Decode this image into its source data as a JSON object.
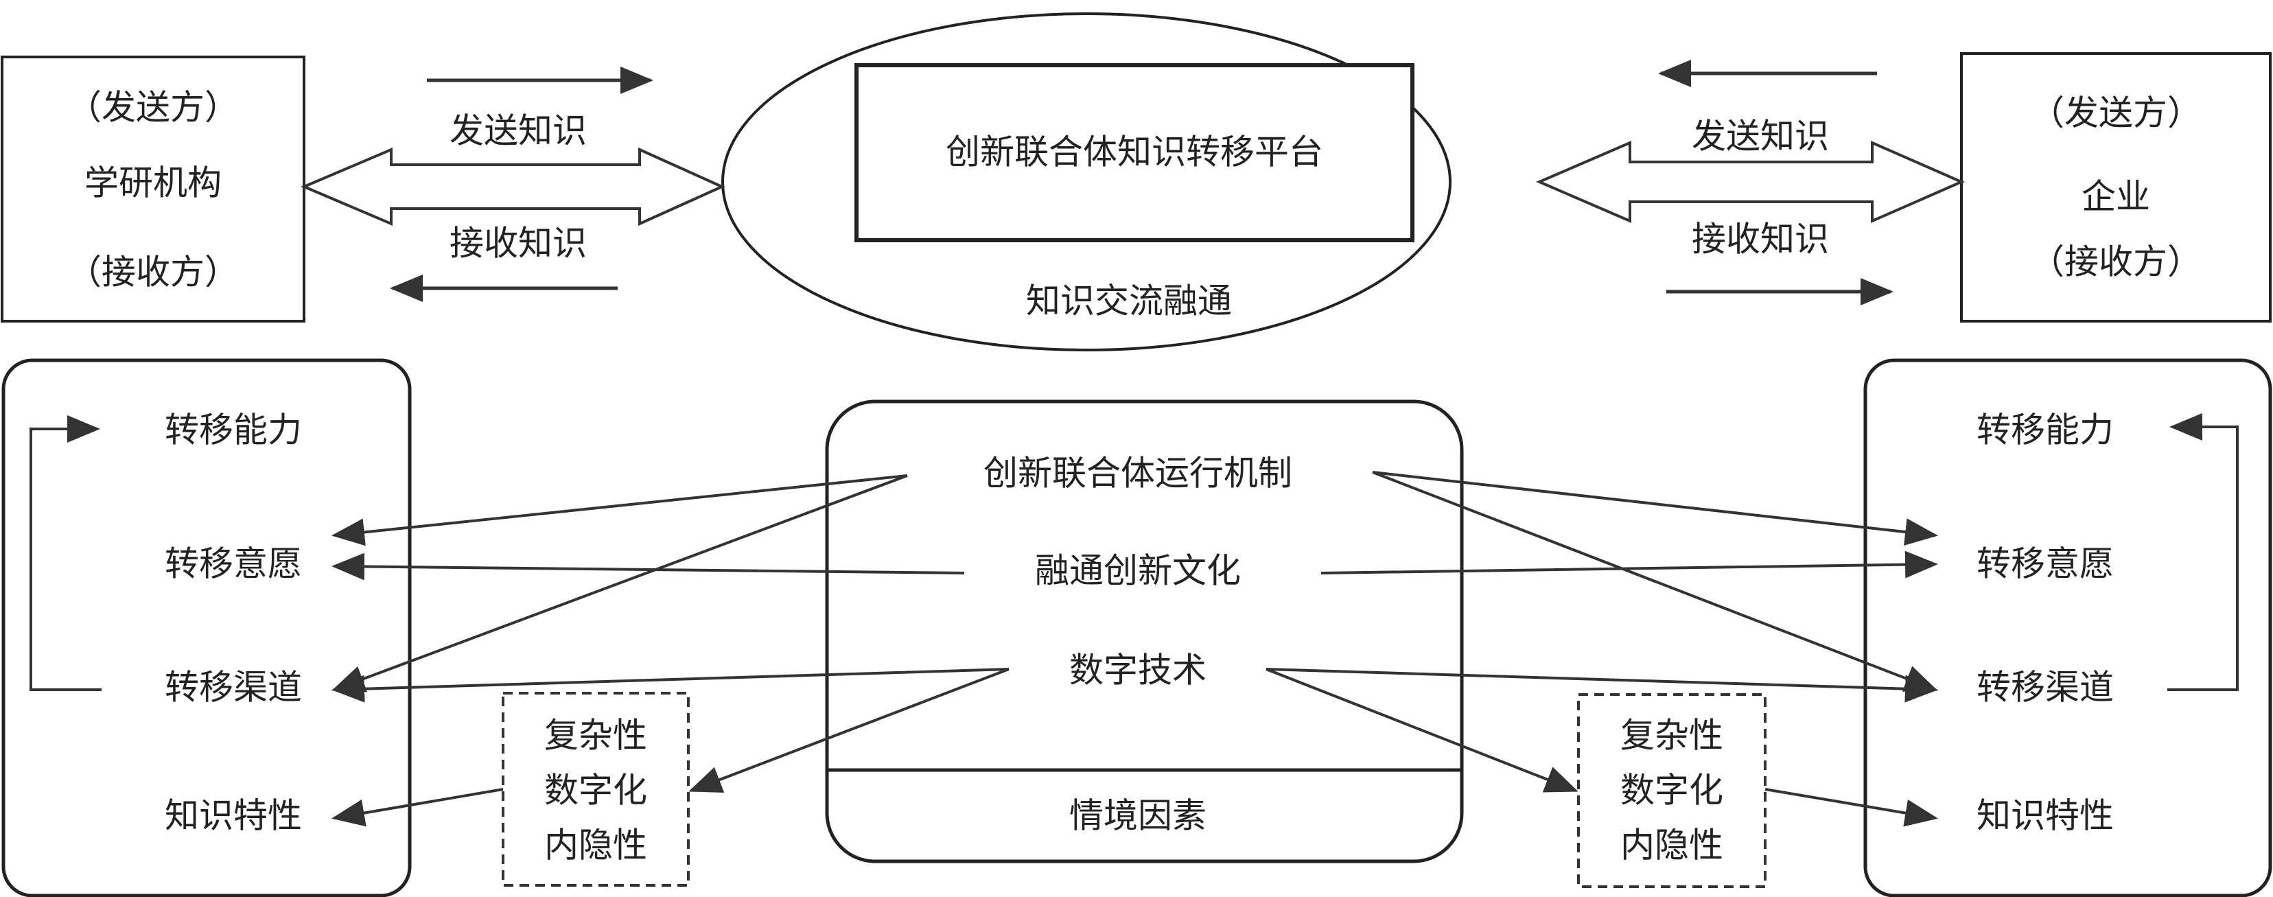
{
  "colors": {
    "line": "#222222",
    "fill": "#ffffff"
  },
  "top": {
    "left_entity": {
      "role_top": "（发送方）",
      "name": "学研机构",
      "role_bottom": "（接收方）"
    },
    "right_entity": {
      "role_top": "（发送方）",
      "name": "企业",
      "role_bottom": "（接收方）"
    },
    "left_send_label": "发送知识",
    "left_receive_label": "接收知识",
    "right_send_label": "发送知识",
    "right_receive_label": "接收知识",
    "platform_title": "创新联合体知识转移平台",
    "platform_caption": "知识交流融通"
  },
  "bottom": {
    "left_panel": [
      "转移能力",
      "转移意愿",
      "转移渠道",
      "知识特性"
    ],
    "right_panel": [
      "转移能力",
      "转移意愿",
      "转移渠道",
      "知识特性"
    ],
    "center": {
      "mechanisms": [
        "创新联合体运行机制",
        "融通创新文化",
        "数字技术"
      ],
      "context": "情境因素"
    },
    "left_knowledge_attributes": [
      "复杂性",
      "数字化",
      "内隐性"
    ],
    "right_knowledge_attributes": [
      "复杂性",
      "数字化",
      "内隐性"
    ]
  }
}
